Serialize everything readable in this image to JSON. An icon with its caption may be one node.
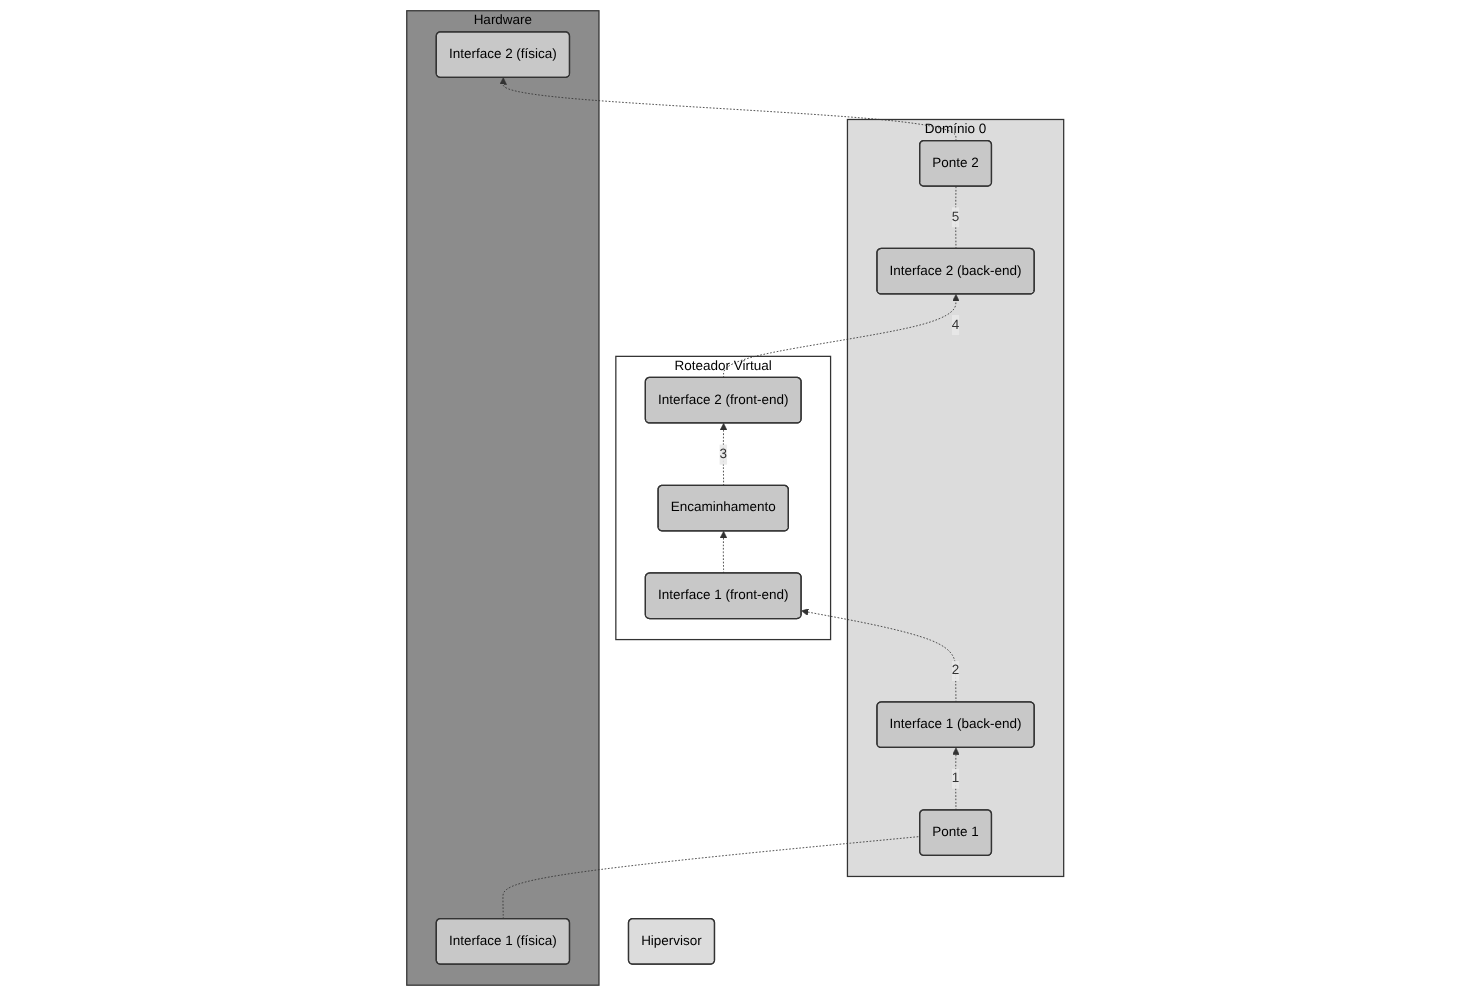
{
  "diagram": {
    "nodes": [
      {
        "text": [
          "Domínio 0"
        ]
      },
      {
        "text": [
          "Interface 1 (back-end)"
        ],
        "in": 0
      },
      {
        "text": [
          "Interface 2 (back-end)"
        ],
        "in": 0
      },
      {
        "text": [
          "Ponte 1"
        ],
        "in": 0
      },
      {
        "text": [
          "Ponte 2"
        ],
        "in": 0
      },
      {
        "text": [
          "Roteador Virtual"
        ]
      },
      {
        "text": [
          "Encaminhamento"
        ],
        "in": 5
      },
      {
        "text": [
          "Interface 1 (front-end)"
        ],
        "in": 5
      },
      {
        "text": [
          "Interface 2 (front-end)"
        ],
        "in": 5
      },
      {
        "text": [
          "Hipervisor"
        ]
      },
      {
        "text": [
          "Hardware"
        ]
      },
      {
        "text": [
          "Interface 1 (física)"
        ],
        "in": 10
      },
      {
        "text": [
          "Interface 2 (física)"
        ],
        "in": 10
      }
    ],
    "edges": [
      {
        "from": 11,
        "to": 3,
        "arrow": "none",
        "style": "dashed"
      },
      {
        "from": 3,
        "to": 1,
        "arrow": "to",
        "style": "dashed",
        "label": "1"
      },
      {
        "from": 1,
        "to": 7,
        "arrow": "to",
        "style": "dashed",
        "label": "2"
      },
      {
        "from": 7,
        "to": 6,
        "arrow": "to",
        "style": "dashed"
      },
      {
        "from": 6,
        "to": 8,
        "arrow": "to",
        "style": "dashed",
        "label": "3"
      },
      {
        "from": 8,
        "to": 2,
        "arrow": "to",
        "style": "dashed",
        "label": "4"
      },
      {
        "from": 2,
        "to": 4,
        "arrow": "none",
        "style": "dashed",
        "label": "5"
      },
      {
        "from": 4,
        "to": 12,
        "arrow": "to",
        "style": "dashed"
      }
    ]
  }
}
